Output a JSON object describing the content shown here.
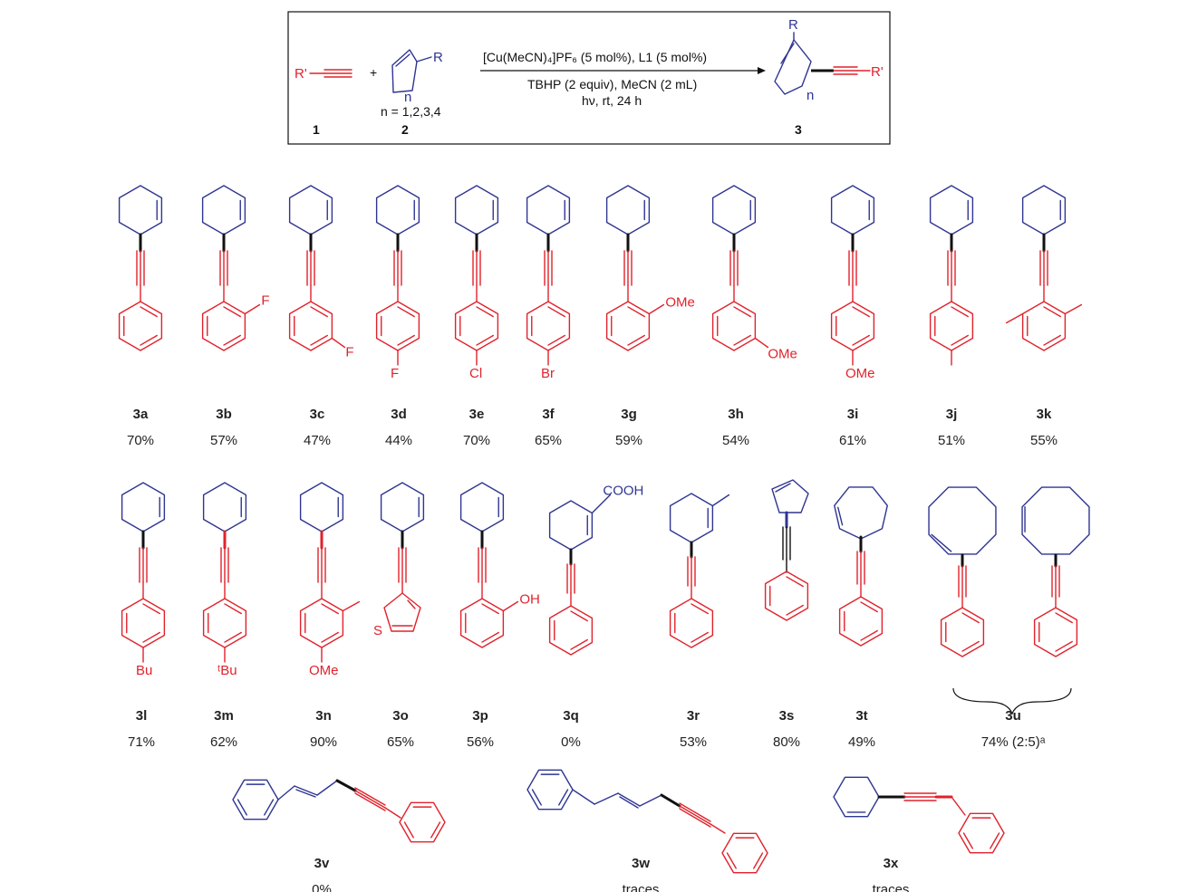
{
  "scheme": {
    "reagent_line1": "[Cu(MeCN)₄]PF₆ (5 mol%), L1 (5 mol%)",
    "reagent_line2": "TBHP (2 equiv), MeCN (2 mL)",
    "reagent_line3": "hν, rt, 24 h",
    "n_range": "n = 1,2,3,4",
    "r_prime": "R'",
    "r": "R",
    "n": "n",
    "plus": "+",
    "compound_1": "1",
    "compound_2": "2",
    "compound_3": "3"
  },
  "compounds": [
    {
      "id": "3a",
      "yield": "70%"
    },
    {
      "id": "3b",
      "yield": "57%",
      "sub": "F"
    },
    {
      "id": "3c",
      "yield": "47%",
      "sub": "F"
    },
    {
      "id": "3d",
      "yield": "44%",
      "sub": "F"
    },
    {
      "id": "3e",
      "yield": "70%",
      "sub": "Cl"
    },
    {
      "id": "3f",
      "yield": "65%",
      "sub": "Br"
    },
    {
      "id": "3g",
      "yield": "59%",
      "sub": "OMe"
    },
    {
      "id": "3h",
      "yield": "54%",
      "sub": "OMe"
    },
    {
      "id": "3i",
      "yield": "61%",
      "sub": "OMe"
    },
    {
      "id": "3j",
      "yield": "51%"
    },
    {
      "id": "3k",
      "yield": "55%"
    },
    {
      "id": "3l",
      "yield": "71%",
      "sub": "Bu"
    },
    {
      "id": "3m",
      "yield": "62%",
      "sub": "tBu"
    },
    {
      "id": "3n",
      "yield": "90%",
      "sub": "OMe"
    },
    {
      "id": "3o",
      "yield": "65%",
      "sub": "S"
    },
    {
      "id": "3p",
      "yield": "56%",
      "sub": "OH"
    },
    {
      "id": "3q",
      "yield": "0%",
      "sub": "COOH"
    },
    {
      "id": "3r",
      "yield": "53%"
    },
    {
      "id": "3s",
      "yield": "80%"
    },
    {
      "id": "3t",
      "yield": "49%"
    },
    {
      "id": "3u",
      "yield": "74% (2:5)ᵃ"
    },
    {
      "id": "3v",
      "yield": "0%"
    },
    {
      "id": "3w",
      "yield": "traces"
    },
    {
      "id": "3x",
      "yield": "traces"
    }
  ],
  "colors": {
    "cyclic_part": "#2f3591",
    "aryl_part": "#e0222b",
    "bond": "#111111"
  }
}
